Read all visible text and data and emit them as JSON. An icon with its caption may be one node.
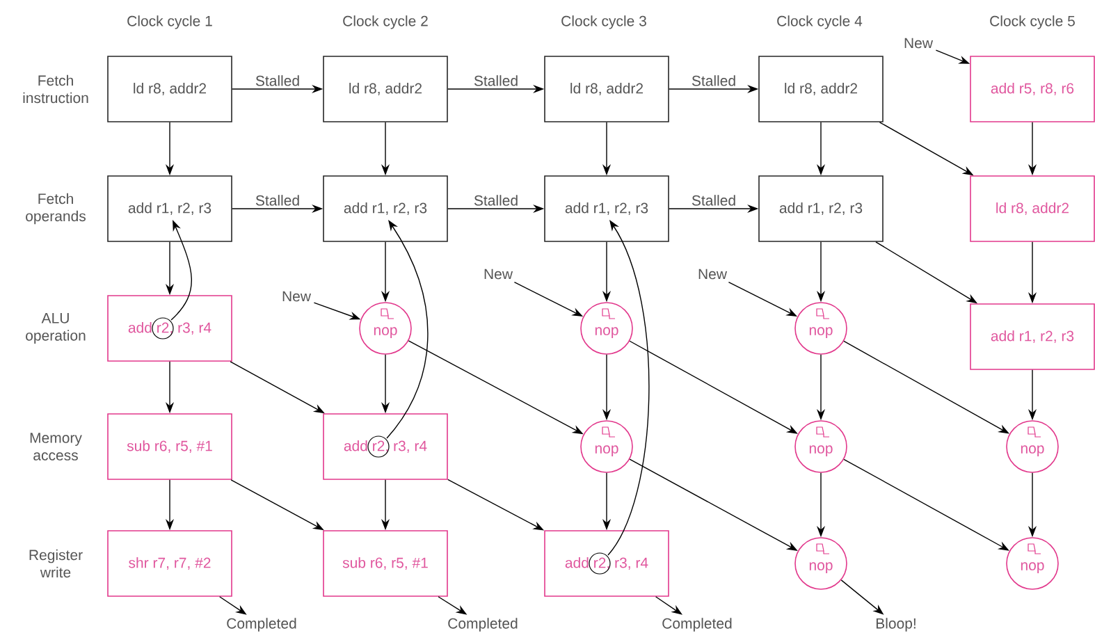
{
  "diagram": {
    "nodes": [
      {
        "text": [
          "ld r8, addr2"
        ]
      },
      {
        "text": [
          "ld r8, addr2"
        ]
      },
      {
        "text": [
          "ld r8, addr2"
        ]
      },
      {
        "text": [
          "ld r8, addr2"
        ]
      },
      {
        "text": [
          "add r5, r8, r6"
        ]
      },
      {
        "text": [
          "add r1, r2, r3"
        ]
      },
      {
        "text": [
          "add r1, r2, r3"
        ]
      },
      {
        "text": [
          "add r1, r2, r3"
        ]
      },
      {
        "text": [
          "add r1, r2, r3"
        ]
      },
      {
        "text": [
          "ld r8, addr2"
        ]
      },
      {
        "text": [
          "add r2, r3, r4"
        ]
      },
      {
        "text": [
          "nop"
        ]
      },
      {
        "text": [
          "nop"
        ]
      },
      {
        "text": [
          "nop"
        ]
      },
      {
        "text": [
          "add r1, r2, r3"
        ]
      },
      {
        "text": [
          "sub r6, r5, #1"
        ]
      },
      {
        "text": [
          "add r2, r3, r4"
        ]
      },
      {
        "text": [
          "nop"
        ]
      },
      {
        "text": [
          "nop"
        ]
      },
      {
        "text": [
          "nop"
        ]
      },
      {
        "text": [
          "shr r7, r7, #2"
        ]
      },
      {
        "text": [
          "sub r6, r5, #1"
        ]
      },
      {
        "text": [
          "add r2, r3, r4"
        ]
      },
      {
        "text": [
          "nop"
        ]
      },
      {
        "text": [
          "nop"
        ]
      },
      {
        "text": [
          "New"
        ]
      },
      {
        "text": [
          "New"
        ]
      },
      {
        "text": [
          "New"
        ]
      },
      {
        "text": [
          "New"
        ]
      },
      {
        "text": [
          "Completed"
        ]
      },
      {
        "text": [
          "Completed"
        ]
      },
      {
        "text": [
          "Completed"
        ]
      },
      {
        "text": [
          "Bloop!"
        ]
      }
    ],
    "edges": [
      {
        "from": 0,
        "to": 1,
        "arrow": "to",
        "label": "Stalled"
      },
      {
        "from": 1,
        "to": 2,
        "arrow": "to",
        "label": "Stalled"
      },
      {
        "from": 2,
        "to": 3,
        "arrow": "to",
        "label": "Stalled"
      },
      {
        "from": 5,
        "to": 6,
        "arrow": "to",
        "label": "Stalled"
      },
      {
        "from": 6,
        "to": 7,
        "arrow": "to",
        "label": "Stalled"
      },
      {
        "from": 7,
        "to": 8,
        "arrow": "to",
        "label": "Stalled"
      },
      {
        "from": 0,
        "to": 5,
        "arrow": "to"
      },
      {
        "from": 1,
        "to": 6,
        "arrow": "to"
      },
      {
        "from": 2,
        "to": 7,
        "arrow": "to"
      },
      {
        "from": 3,
        "to": 8,
        "arrow": "to"
      },
      {
        "from": 4,
        "to": 9,
        "arrow": "to"
      },
      {
        "from": 9,
        "to": 14,
        "arrow": "to"
      },
      {
        "from": 5,
        "to": 10,
        "arrow": "to"
      },
      {
        "from": 6,
        "to": 11,
        "arrow": "to"
      },
      {
        "from": 7,
        "to": 12,
        "arrow": "to"
      },
      {
        "from": 8,
        "to": 13,
        "arrow": "to"
      },
      {
        "from": 14,
        "to": 19,
        "arrow": "to"
      },
      {
        "from": 10,
        "to": 15,
        "arrow": "to"
      },
      {
        "from": 11,
        "to": 16,
        "arrow": "to"
      },
      {
        "from": 12,
        "to": 17,
        "arrow": "to"
      },
      {
        "from": 13,
        "to": 18,
        "arrow": "to"
      },
      {
        "from": 15,
        "to": 20,
        "arrow": "to"
      },
      {
        "from": 16,
        "to": 21,
        "arrow": "to"
      },
      {
        "from": 17,
        "to": 22,
        "arrow": "to"
      },
      {
        "from": 18,
        "to": 23,
        "arrow": "to"
      },
      {
        "from": 19,
        "to": 24,
        "arrow": "to"
      },
      {
        "from": 3,
        "to": 9,
        "arrow": "to"
      },
      {
        "from": 8,
        "to": 14,
        "arrow": "to"
      },
      {
        "from": 10,
        "to": 16,
        "arrow": "to"
      },
      {
        "from": 15,
        "to": 21,
        "arrow": "to"
      },
      {
        "from": 16,
        "to": 22,
        "arrow": "to"
      },
      {
        "from": 11,
        "to": 17,
        "arrow": "to"
      },
      {
        "from": 12,
        "to": 18,
        "arrow": "to"
      },
      {
        "from": 13,
        "to": 19,
        "arrow": "to"
      },
      {
        "from": 17,
        "to": 23,
        "arrow": "to"
      },
      {
        "from": 18,
        "to": 24,
        "arrow": "to"
      },
      {
        "from": 10,
        "to": 5,
        "arrow": "to"
      },
      {
        "from": 16,
        "to": 6,
        "arrow": "to"
      },
      {
        "from": 22,
        "to": 7,
        "arrow": "to"
      },
      {
        "from": 25,
        "to": 11,
        "arrow": "to"
      },
      {
        "from": 26,
        "to": 12,
        "arrow": "to"
      },
      {
        "from": 27,
        "to": 13,
        "arrow": "to"
      },
      {
        "from": 28,
        "to": 4,
        "arrow": "to"
      },
      {
        "from": 20,
        "to": 29,
        "arrow": "to"
      },
      {
        "from": 21,
        "to": 30,
        "arrow": "to"
      },
      {
        "from": 22,
        "to": 31,
        "arrow": "to"
      },
      {
        "from": 23,
        "to": 32,
        "arrow": "to"
      }
    ],
    "labels": [
      "Clock cycle 1",
      "Clock cycle 2",
      "Clock cycle 3",
      "Clock cycle 4",
      "Clock cycle 5",
      "Fetch instruction",
      "Fetch operands",
      "ALU operation",
      "Memory access",
      "Register write"
    ]
  }
}
